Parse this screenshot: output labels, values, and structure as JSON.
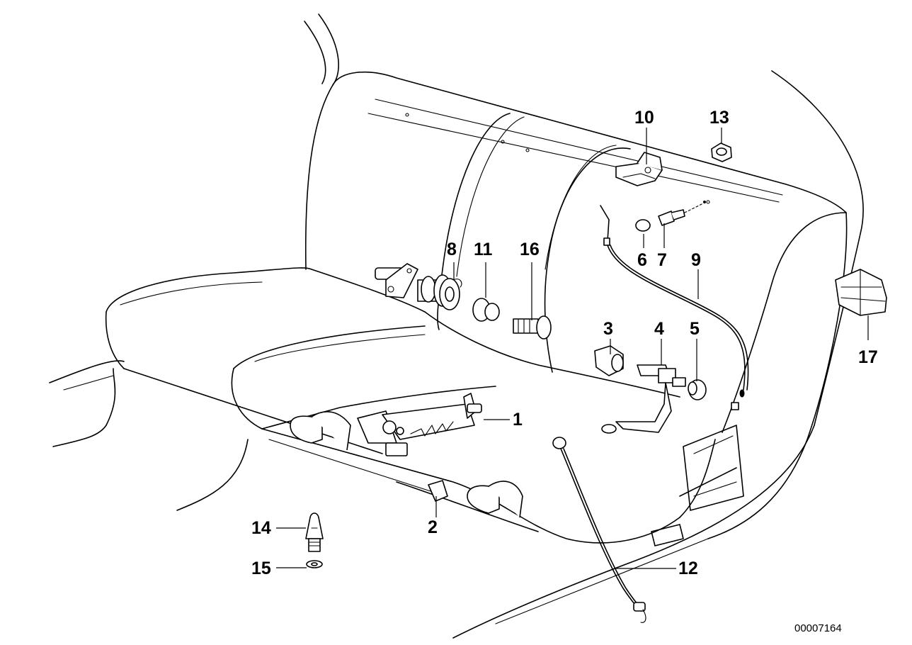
{
  "diagram": {
    "reference_number": "00007164",
    "callouts": [
      {
        "id": "c1",
        "label": "1"
      },
      {
        "id": "c2",
        "label": "2"
      },
      {
        "id": "c3",
        "label": "3"
      },
      {
        "id": "c4",
        "label": "4"
      },
      {
        "id": "c5",
        "label": "5"
      },
      {
        "id": "c6",
        "label": "6"
      },
      {
        "id": "c7",
        "label": "7"
      },
      {
        "id": "c8",
        "label": "8"
      },
      {
        "id": "c9",
        "label": "9"
      },
      {
        "id": "c10",
        "label": "10"
      },
      {
        "id": "c11",
        "label": "11"
      },
      {
        "id": "c12",
        "label": "12"
      },
      {
        "id": "c13",
        "label": "13"
      },
      {
        "id": "c14",
        "label": "14"
      },
      {
        "id": "c15",
        "label": "15"
      },
      {
        "id": "c16",
        "label": "16"
      },
      {
        "id": "c17",
        "label": "17"
      }
    ]
  }
}
